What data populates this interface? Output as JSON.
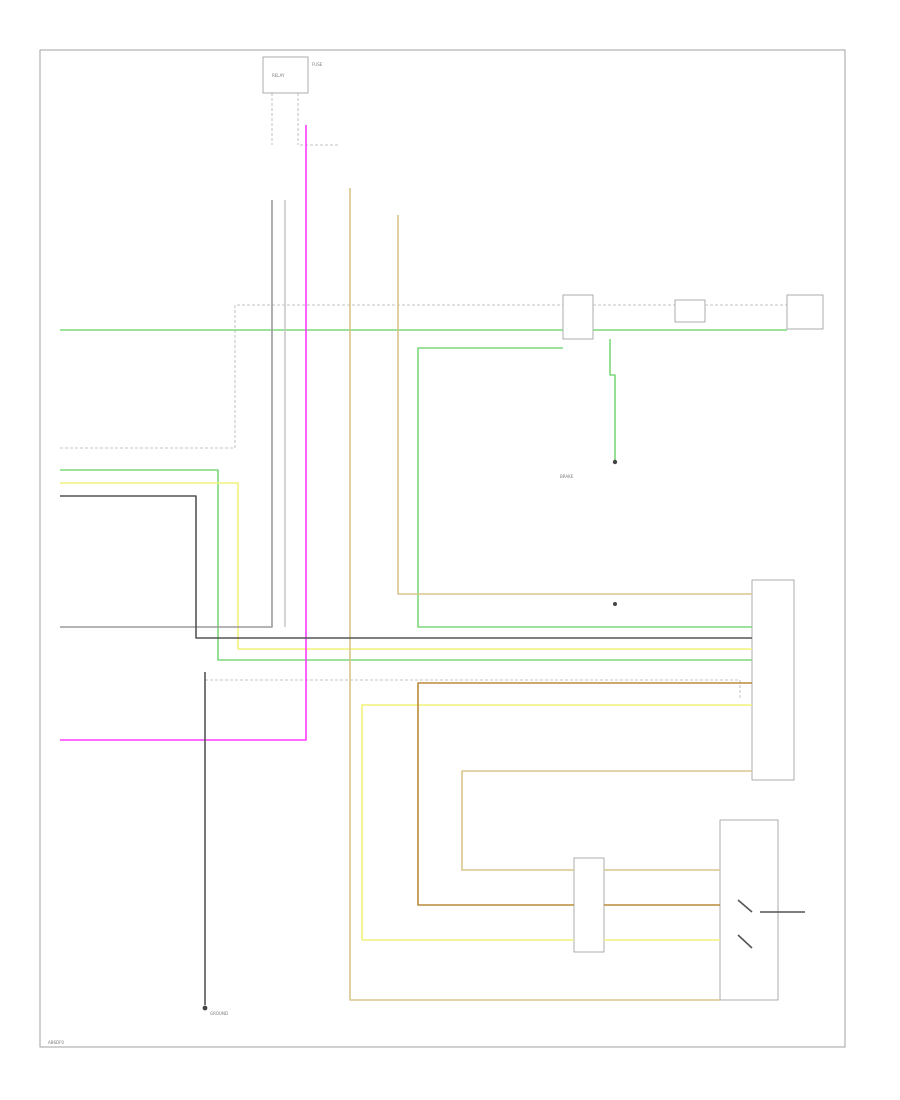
{
  "colors": {
    "green": "#7cd97c",
    "yellow": "#f2f27a",
    "tan": "#d8c58a",
    "orange": "#b98a3a",
    "magenta": "#ff3bff",
    "gray": "#9b9b9b",
    "black": "#333333",
    "lightgray": "#c9c9c9"
  },
  "labels": {
    "relay_top": "RELAY",
    "relay_fuse": "FUSE",
    "brake_label": "BRAKE",
    "ground_bottom": "GROUND",
    "code": "AB6DF0"
  }
}
